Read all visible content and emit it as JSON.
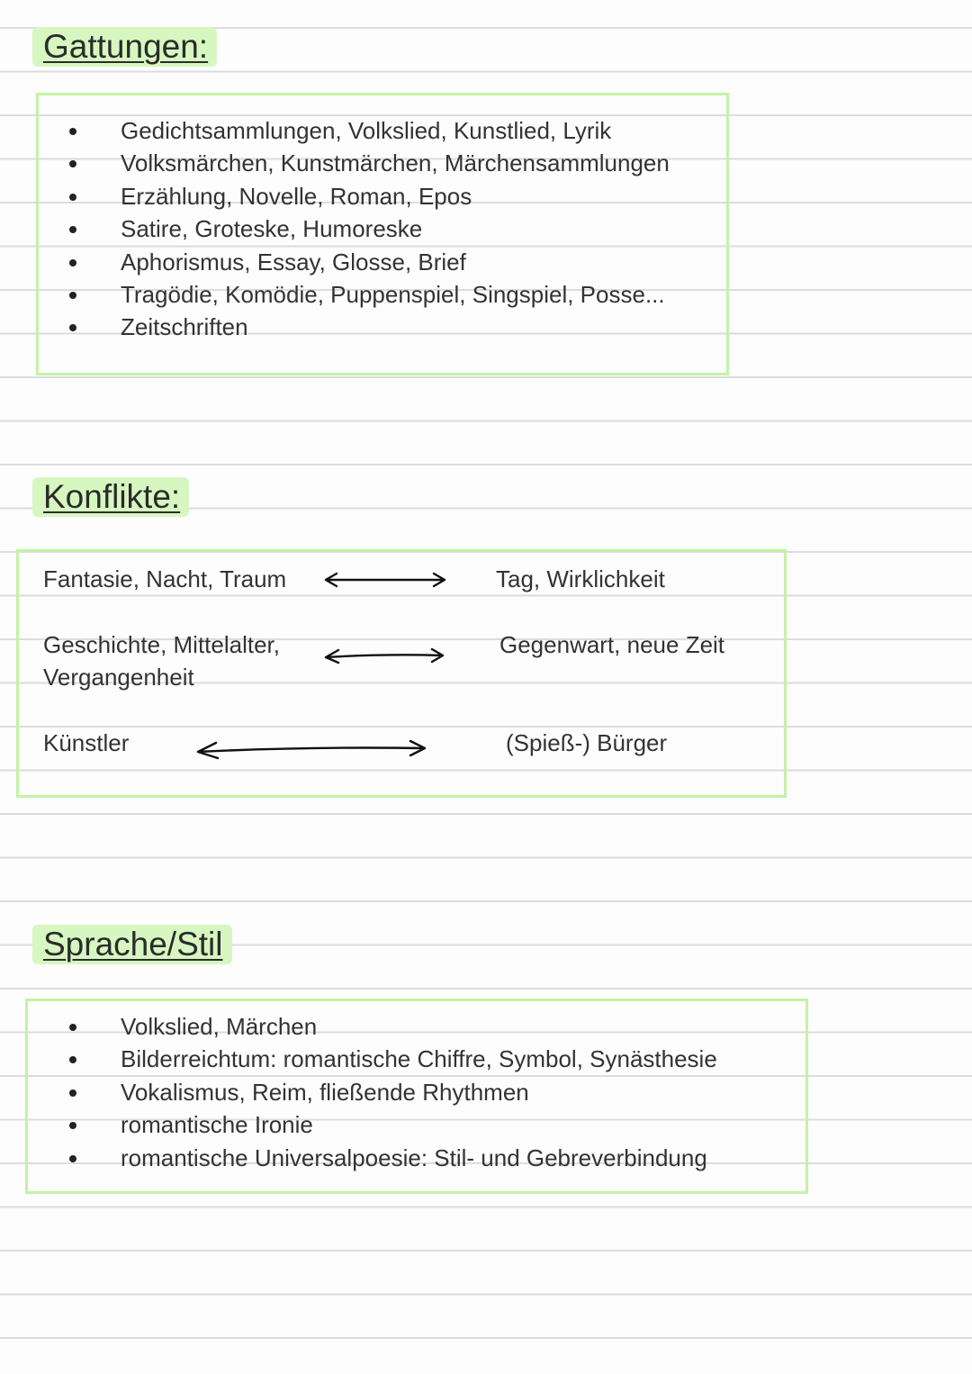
{
  "sections": {
    "gattungen": {
      "heading": "Gattungen:",
      "items": [
        "Gedichtsammlungen, Volkslied, Kunstlied, Lyrik",
        "Volksmärchen, Kunstmärchen, Märchensammlungen",
        "Erzählung, Novelle, Roman, Epos",
        "Satire, Groteske, Humoreske",
        "Aphorismus, Essay, Glosse, Brief",
        "Tragödie, Komödie, Puppenspiel, Singspiel, Posse...",
        "Zeitschriften"
      ]
    },
    "konflikte": {
      "heading": "Konflikte:",
      "pairs": [
        {
          "left": "Fantasie, Nacht, Traum",
          "right": "Tag, Wirklichkeit"
        },
        {
          "left": "Geschichte, Mittelalter,\nVergangenheit",
          "right": "Gegenwart, neue Zeit"
        },
        {
          "left": "Künstler",
          "right": "(Spieß-) Bürger"
        }
      ]
    },
    "sprache": {
      "heading": "Sprache/Stil",
      "items": [
        "Volkslied, Märchen",
        "Bilderreichtum: romantische Chiffre, Symbol, Synästhesie",
        "Vokalismus, Reim, fließende Rhythmen",
        "romantische Ironie",
        "romantische Universalpoesie: Stil- und Gebreverbindung"
      ]
    }
  },
  "colors": {
    "highlight": "#d7f7c0",
    "box_border": "#c4f2a6",
    "ruled_line": "#dcdcdc",
    "text": "#333333"
  }
}
